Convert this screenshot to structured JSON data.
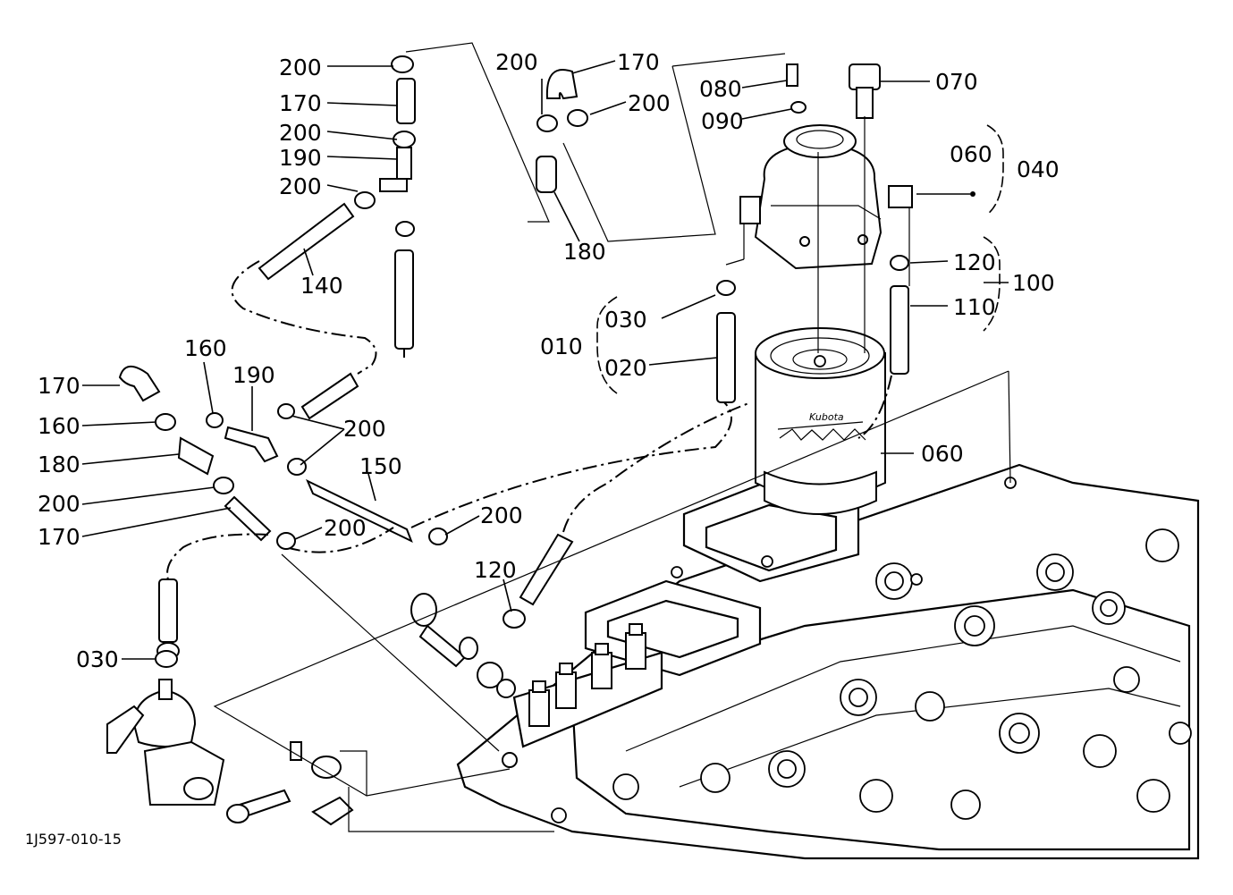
{
  "diagram": {
    "figure_code": "1J597-010-15",
    "brand_mark": "Kubota",
    "labels": [
      "200",
      "170",
      "200",
      "190",
      "200",
      "140",
      "200",
      "170",
      "200",
      "180",
      "080",
      "090",
      "070",
      "060",
      "040",
      "120",
      "100",
      "110",
      "030",
      "010",
      "020",
      "060",
      "170",
      "160",
      "160",
      "190",
      "200",
      "180",
      "150",
      "200",
      "170",
      "200",
      "200",
      "120",
      "030"
    ]
  }
}
